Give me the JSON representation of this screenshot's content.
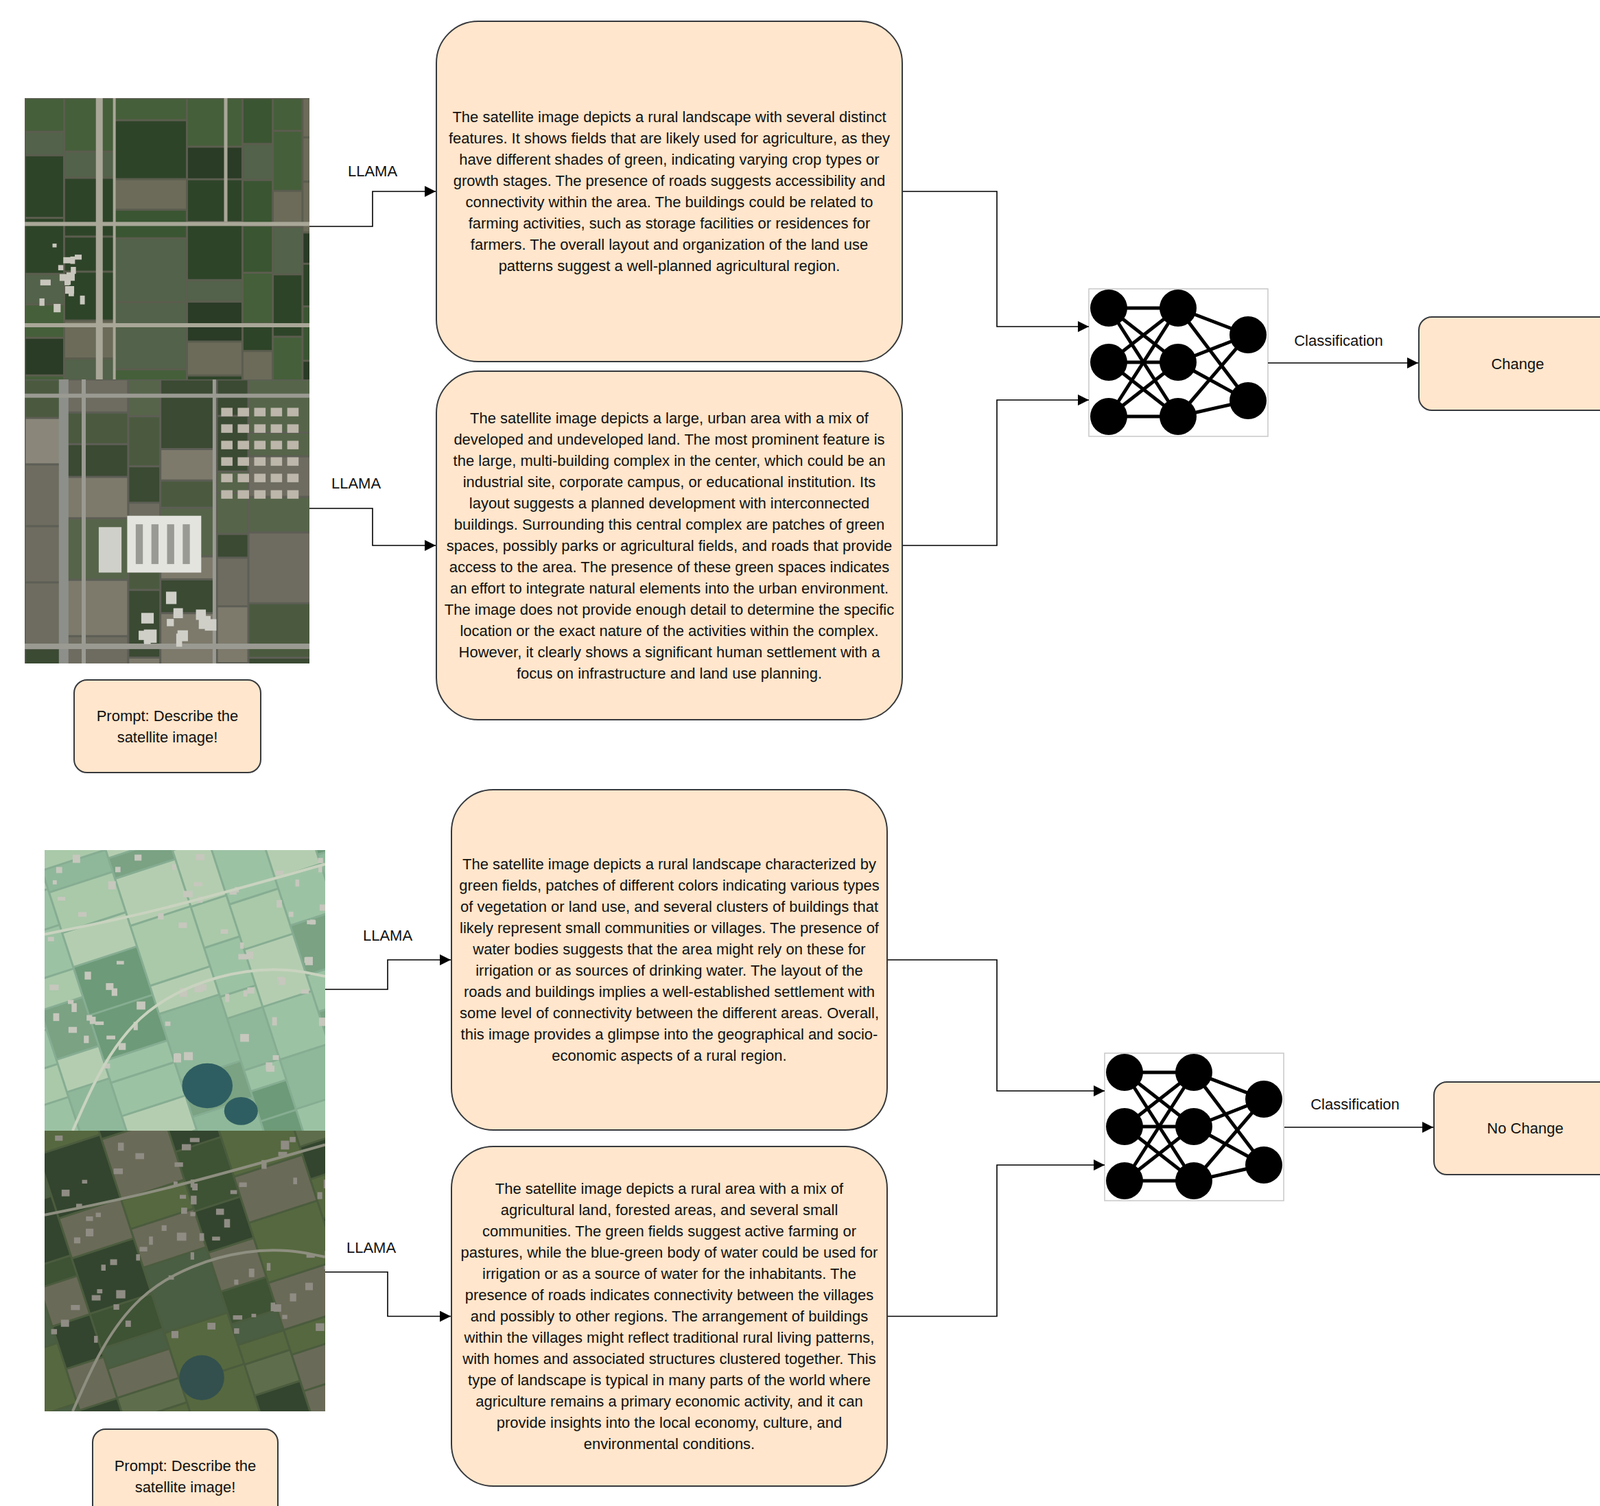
{
  "diagram": {
    "nodes": [
      {
        "text": [
          "The satellite image depicts a rural landscape with several distinct features. It shows fields that are likely used for agriculture, as they have different shades of green, indicating varying crop types or growth stages. The presence of roads suggests accessibility and connectivity within the area. The buildings could be related to farming activities, such as storage facilities or residences for farmers. The overall layout and organization of the land use patterns suggest a well-planned agricultural region."
        ]
      },
      {
        "text": [
          "The satellite image depicts a large, urban area with a mix of developed and undeveloped land. The most prominent feature is the large, multi-building complex in the center, which could be an industrial site, corporate campus, or educational institution. Its layout suggests a planned development with interconnected buildings. Surrounding this central complex are patches of green spaces, possibly parks or agricultural fields, and roads that provide access to the area. The presence of these green spaces indicates an effort to integrate natural elements into the urban environment. The image does not provide enough detail to determine the specific location or the exact nature of the activities within the complex. However, it clearly shows a significant human settlement with a focus on infrastructure and land use planning."
        ]
      },
      {
        "text": [
          "Prompt: Describe the satellite image!"
        ]
      },
      {
        "text": [
          "Change"
        ]
      },
      {
        "text": [
          "The satellite image depicts a rural landscape characterized by green fields, patches of different colors indicating various types of vegetation or land use, and several clusters of buildings that likely represent small communities or villages. The presence of water bodies suggests that the area might rely on these for irrigation or as sources of drinking water. The layout of the roads and buildings implies a well-established settlement with some level of connectivity between the different areas. Overall, this image provides a glimpse into the geographical and socio-economic aspects of a rural region."
        ]
      },
      {
        "text": [
          "The satellite image depicts a rural area with a mix of agricultural land, forested areas, and several small communities. The green fields suggest active farming or pastures, while the blue-green body of water could be used for irrigation or as a source of water for the inhabitants. The presence of roads indicates connectivity between the villages and possibly to other regions. The arrangement of buildings within the villages might reflect traditional rural living patterns, with homes and associated structures clustered together. This type of landscape is typical in many parts of the world where agriculture remains a primary economic activity, and it can provide insights into the local economy, culture, and environmental conditions."
        ]
      },
      {
        "text": [
          "Prompt: Describe the satellite image!"
        ]
      },
      {
        "text": [
          "No Change"
        ]
      }
    ],
    "labels": [
      "LLAMA",
      "Classification",
      "LLAMA",
      "LLAMA",
      "Classification",
      "LLAMA"
    ]
  }
}
